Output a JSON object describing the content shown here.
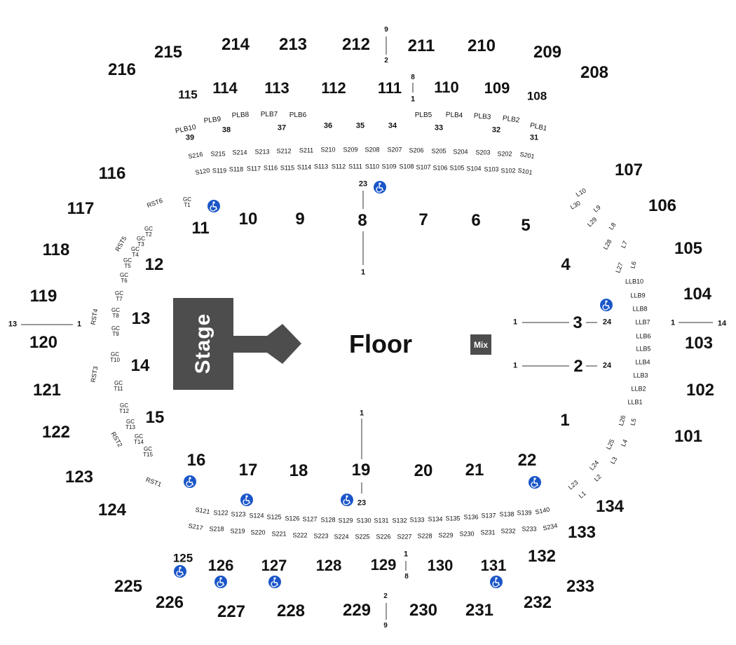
{
  "stage_label": "Stage",
  "floor_label": "Floor",
  "mix_label": "Mix",
  "colors": {
    "stage": "#4d4d4d",
    "accessible": "#1a56c8",
    "text": "#111111"
  },
  "icons": {
    "accessible": "wheelchair-icon"
  },
  "upper_sections": [
    "215",
    "214",
    "213",
    "212",
    "211",
    "210",
    "209",
    "208",
    "216",
    "107",
    "106",
    "105",
    "104",
    "103",
    "102",
    "101",
    "117",
    "118",
    "119",
    "120",
    "121",
    "122",
    "123",
    "124",
    "134",
    "133",
    "132",
    "225",
    "226",
    "227",
    "228",
    "229",
    "230",
    "231",
    "232",
    "233"
  ],
  "lower_sections": [
    "115",
    "114",
    "113",
    "112",
    "111",
    "110",
    "109",
    "108",
    "116",
    "125",
    "126",
    "127",
    "128",
    "129",
    "130",
    "131"
  ],
  "floor_sections": [
    "1",
    "2",
    "3",
    "4",
    "5",
    "6",
    "7",
    "8",
    "9",
    "10",
    "11",
    "12",
    "13",
    "14",
    "15",
    "16",
    "17",
    "18",
    "19",
    "20",
    "21",
    "22"
  ],
  "loge_boxes": [
    "39",
    "38",
    "37",
    "36",
    "35",
    "34",
    "33",
    "32",
    "31"
  ],
  "loge_box_codes": [
    "PLB10",
    "PLB9",
    "PLB8",
    "PLB7",
    "PLB6",
    "PLB5",
    "PLB4",
    "PLB3",
    "PLB2",
    "PLB1"
  ],
  "suites_top_upper": [
    "S216",
    "S215",
    "S214",
    "S213",
    "S212",
    "S211",
    "S210",
    "S209",
    "S208",
    "S207",
    "S206",
    "S205",
    "S204",
    "S203",
    "S202",
    "S201"
  ],
  "suites_top_lower": [
    "S120",
    "S119",
    "S118",
    "S117",
    "S116",
    "S115",
    "S114",
    "S113",
    "S112",
    "S111",
    "S110",
    "S109",
    "S108",
    "S107",
    "S106",
    "S105",
    "S104",
    "S103",
    "S102",
    "S101"
  ],
  "suites_bottom_upper": [
    "S121",
    "S122",
    "S123",
    "S124",
    "S125",
    "S126",
    "S127",
    "S128",
    "S129",
    "S130",
    "S131",
    "S132",
    "S133",
    "S134",
    "S135",
    "S136",
    "S137",
    "S138",
    "S139",
    "S140"
  ],
  "suites_bottom_lower": [
    "S217",
    "S218",
    "S219",
    "S220",
    "S221",
    "S222",
    "S223",
    "S224",
    "S225",
    "S226",
    "S227",
    "S228",
    "S229",
    "S230",
    "S231",
    "S232",
    "S233",
    "S234"
  ],
  "right_loges": [
    "L10",
    "L9",
    "L8",
    "L7",
    "L6",
    "L30",
    "L29",
    "L28",
    "L27",
    "LLB10",
    "LLB9",
    "LLB8",
    "LLB7",
    "LLB6",
    "LLB5",
    "LLB4",
    "LLB3",
    "LLB2",
    "LLB1",
    "L26",
    "L5",
    "L25",
    "L4",
    "L24",
    "L3",
    "L2",
    "L23",
    "L1"
  ],
  "left_boxes": [
    "RST6",
    "RST5",
    "RST4",
    "RST3",
    "RST2",
    "RST1"
  ],
  "gc_tables": [
    [
      "GC",
      "T1"
    ],
    [
      "GC",
      "T2"
    ],
    [
      "GC",
      "T3"
    ],
    [
      "GC",
      "T4"
    ],
    [
      "GC",
      "T5"
    ],
    [
      "GC",
      "T6"
    ],
    [
      "GC",
      "T7"
    ],
    [
      "GC",
      "T8"
    ],
    [
      "GC",
      "T9"
    ],
    [
      "GC",
      "T10"
    ],
    [
      "GC",
      "T11"
    ],
    [
      "GC",
      "T12"
    ],
    [
      "GC",
      "T13"
    ],
    [
      "GC",
      "T14"
    ],
    [
      "GC",
      "T15"
    ]
  ],
  "row_numbers": [
    "9",
    "2",
    "8",
    "1",
    "23",
    "1",
    "1",
    "23",
    "1",
    "24",
    "1",
    "24",
    "1",
    "14",
    "13",
    "1",
    "1",
    "8",
    "2",
    "9"
  ]
}
